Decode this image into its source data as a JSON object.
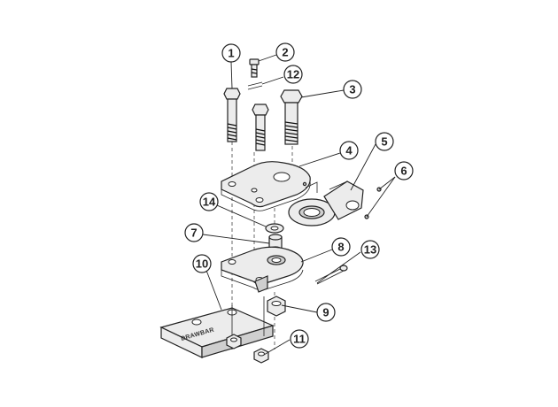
{
  "callouts": [
    {
      "id": "1",
      "label": "1"
    },
    {
      "id": "2",
      "label": "2"
    },
    {
      "id": "3",
      "label": "3"
    },
    {
      "id": "4",
      "label": "4"
    },
    {
      "id": "5",
      "label": "5"
    },
    {
      "id": "6",
      "label": "6"
    },
    {
      "id": "7",
      "label": "7"
    },
    {
      "id": "8",
      "label": "8"
    },
    {
      "id": "9",
      "label": "9"
    },
    {
      "id": "10",
      "label": "10"
    },
    {
      "id": "11",
      "label": "11"
    },
    {
      "id": "12",
      "label": "12"
    },
    {
      "id": "13",
      "label": "13"
    },
    {
      "id": "14",
      "label": "14"
    }
  ],
  "drawbar_stamp": "DRAWBAR"
}
